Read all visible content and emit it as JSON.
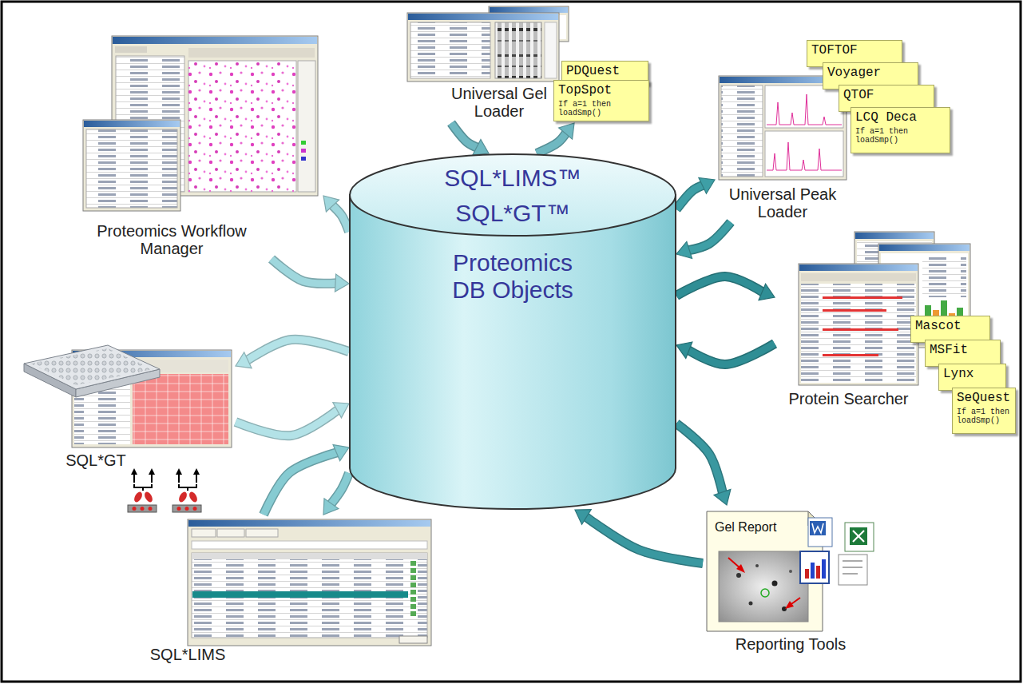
{
  "diagram": {
    "nodes": [
      {
        "text": [
          "Proteomics Workflow Manager"
        ]
      },
      {
        "text": [
          "Universal Gel Loader"
        ]
      },
      {
        "text": [
          "PDQuest"
        ],
        "in": 1
      },
      {
        "text": [
          "TopSpot",
          "If a=1 then loadSmp()"
        ],
        "in": 1
      },
      {
        "text": [
          "Universal Peak Loader"
        ]
      },
      {
        "text": [
          "TOFTOF"
        ],
        "in": 4
      },
      {
        "text": [
          "Voyager"
        ],
        "in": 4
      },
      {
        "text": [
          "QTOF"
        ],
        "in": 4
      },
      {
        "text": [
          "LCQ Deca",
          "If a=1 then loadSmp()"
        ],
        "in": 4
      },
      {
        "text": [
          "SQL*LIMS™",
          "SQL*GT™",
          "Proteomics DB Objects"
        ]
      },
      {
        "text": [
          "SQL*GT"
        ]
      },
      {
        "text": [
          "Protein Searcher"
        ]
      },
      {
        "text": [
          "Mascot"
        ],
        "in": 11
      },
      {
        "text": [
          "MSFit"
        ],
        "in": 11
      },
      {
        "text": [
          "Lynx"
        ],
        "in": 11
      },
      {
        "text": [
          "SeQuest",
          "If a=1 then loadSmp()"
        ],
        "in": 11
      },
      {
        "text": [
          "SQL*LIMS"
        ]
      },
      {
        "text": [
          "Reporting Tools"
        ]
      },
      {
        "text": [
          "Gel Report"
        ],
        "in": 17
      }
    ],
    "edges": [
      {
        "from": 0,
        "to": 9,
        "arrow": "to"
      },
      {
        "from": 9,
        "to": 0,
        "arrow": "to"
      },
      {
        "from": 1,
        "to": 9,
        "arrow": "to"
      },
      {
        "from": 9,
        "to": 1,
        "arrow": "to"
      },
      {
        "from": 4,
        "to": 9,
        "arrow": "to"
      },
      {
        "from": 9,
        "to": 4,
        "arrow": "to"
      },
      {
        "from": 9,
        "to": 11,
        "arrow": "to"
      },
      {
        "from": 11,
        "to": 9,
        "arrow": "to"
      },
      {
        "from": 9,
        "to": 17,
        "arrow": "to"
      },
      {
        "from": 17,
        "to": 9,
        "arrow": "to"
      },
      {
        "from": 16,
        "to": 9,
        "arrow": "to"
      },
      {
        "from": 9,
        "to": 16,
        "arrow": "to"
      },
      {
        "from": 9,
        "to": 10,
        "arrow": "to"
      },
      {
        "from": 10,
        "to": 9,
        "arrow": "to"
      }
    ]
  }
}
